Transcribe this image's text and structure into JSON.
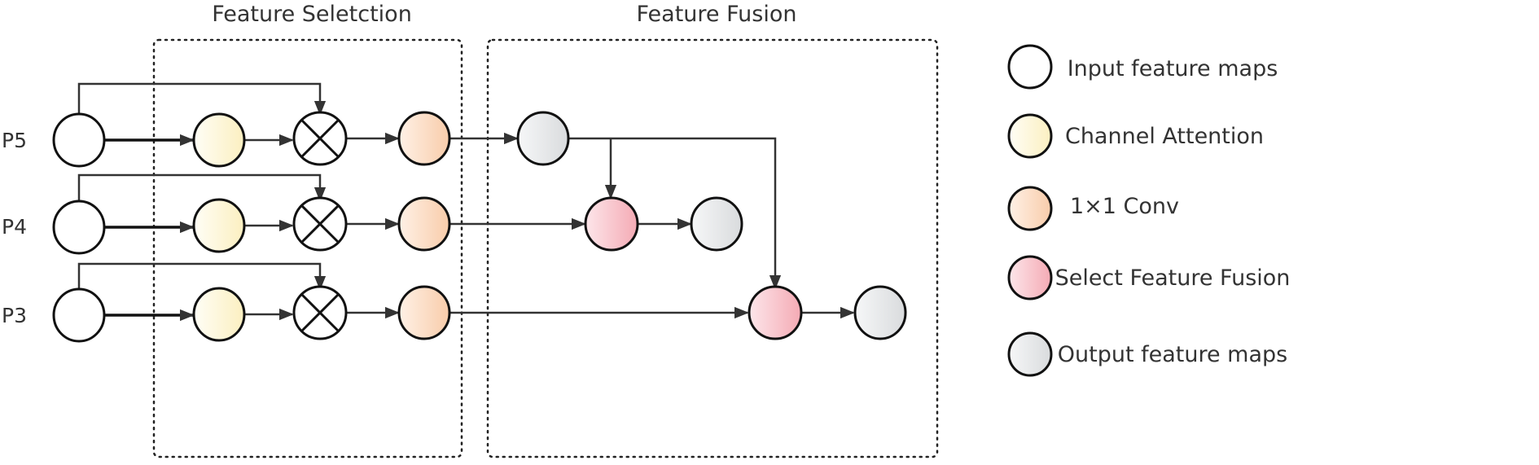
{
  "sections": {
    "selection_title": "Feature Seletction",
    "fusion_title": "Feature Fusion"
  },
  "rows": [
    {
      "label": "P5"
    },
    {
      "label": "P4"
    },
    {
      "label": "P3"
    }
  ],
  "legend": [
    {
      "text": "Input feature maps",
      "kind": "input"
    },
    {
      "text": "Channel Attention",
      "kind": "attention"
    },
    {
      "text": "1×1 Conv",
      "kind": "conv"
    },
    {
      "text": "Select Feature Fusion",
      "kind": "fusion"
    },
    {
      "text": "Output feature maps",
      "kind": "output"
    }
  ],
  "colors": {
    "input": "#ffffff",
    "attention": "#fdf6d8",
    "conv": "#fbdcc4",
    "fusion": "#f8c9cf",
    "output": "#e9eaec"
  },
  "icons": {
    "multiply": "circled-times-icon",
    "arrow": "arrow-head-icon"
  }
}
